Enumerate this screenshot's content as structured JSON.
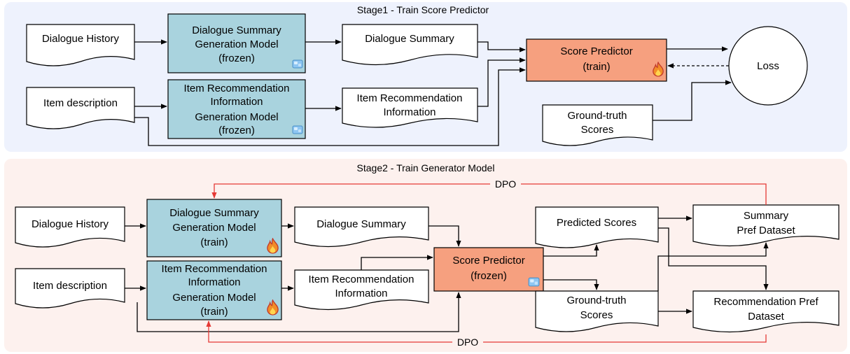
{
  "stage1": {
    "title": "Stage1 - Train Score Predictor",
    "dialogue_history": "Dialogue History",
    "item_description": "Item description",
    "summary_model": [
      "Dialogue Summary",
      "Generation Model",
      "(frozen)"
    ],
    "item_model": [
      "Item Recommendation",
      "Information",
      "Generation Model",
      "(frozen)"
    ],
    "dialogue_summary": "Dialogue Summary",
    "item_info": [
      "Item Recommendation",
      "Information"
    ],
    "score_predictor": [
      "Score Predictor",
      "(train)"
    ],
    "ground_truth": [
      "Ground-truth",
      "Scores"
    ],
    "loss": "Loss"
  },
  "stage2": {
    "title": "Stage2 - Train Generator Model",
    "dialogue_history": "Dialogue History",
    "item_description": "Item description",
    "summary_model": [
      "Dialogue Summary",
      "Generation Model",
      "(train)"
    ],
    "item_model": [
      "Item Recommendation",
      "Information",
      "Generation Model",
      "(train)"
    ],
    "dialogue_summary": "Dialogue Summary",
    "item_info": [
      "Item Recommendation",
      "Information"
    ],
    "score_predictor": [
      "Score Predictor",
      "(frozen)"
    ],
    "predicted_scores": "Predicted Scores",
    "ground_truth": [
      "Ground-truth",
      "Scores"
    ],
    "summary_pref": [
      "Summary",
      "Pref Dataset"
    ],
    "rec_pref": [
      "Recommendation Pref",
      "Dataset"
    ],
    "dpo_top": "DPO",
    "dpo_bottom": "DPO"
  },
  "colors": {
    "stage1_bg": "#eef2fd",
    "stage2_bg": "#fdf1ee",
    "model_fill": "#a9d3de",
    "predictor_fill": "#f6a07f",
    "dpo_line": "#e53935"
  },
  "icons": {
    "frozen": "ice-cube-icon",
    "train": "fire-icon"
  }
}
